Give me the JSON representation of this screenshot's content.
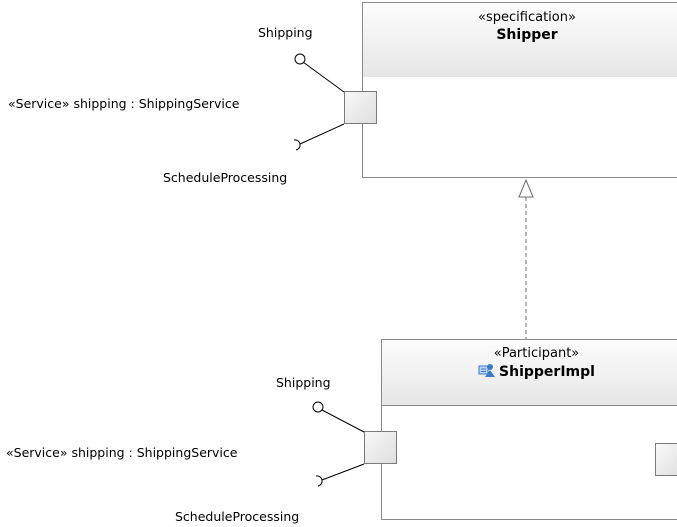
{
  "shipper": {
    "stereotype": "«specification»",
    "name": "Shipper",
    "port": {
      "provided_interface": "Shipping",
      "label": "«Service» shipping : ShippingService",
      "required_interface": "ScheduleProcessing"
    }
  },
  "shipper_impl": {
    "stereotype": "«Participant»",
    "name": "ShipperImpl",
    "icon": "participant-icon",
    "port": {
      "provided_interface": "Shipping",
      "label": "«Service» shipping : ShippingService",
      "required_interface": "ScheduleProcessing"
    }
  },
  "relationship": {
    "type": "realization"
  },
  "colors": {
    "border": "#8a8a8a",
    "header_top": "#fdfdfd",
    "header_bottom": "#e6e6e6",
    "icon_blue": "#3a78c9"
  }
}
